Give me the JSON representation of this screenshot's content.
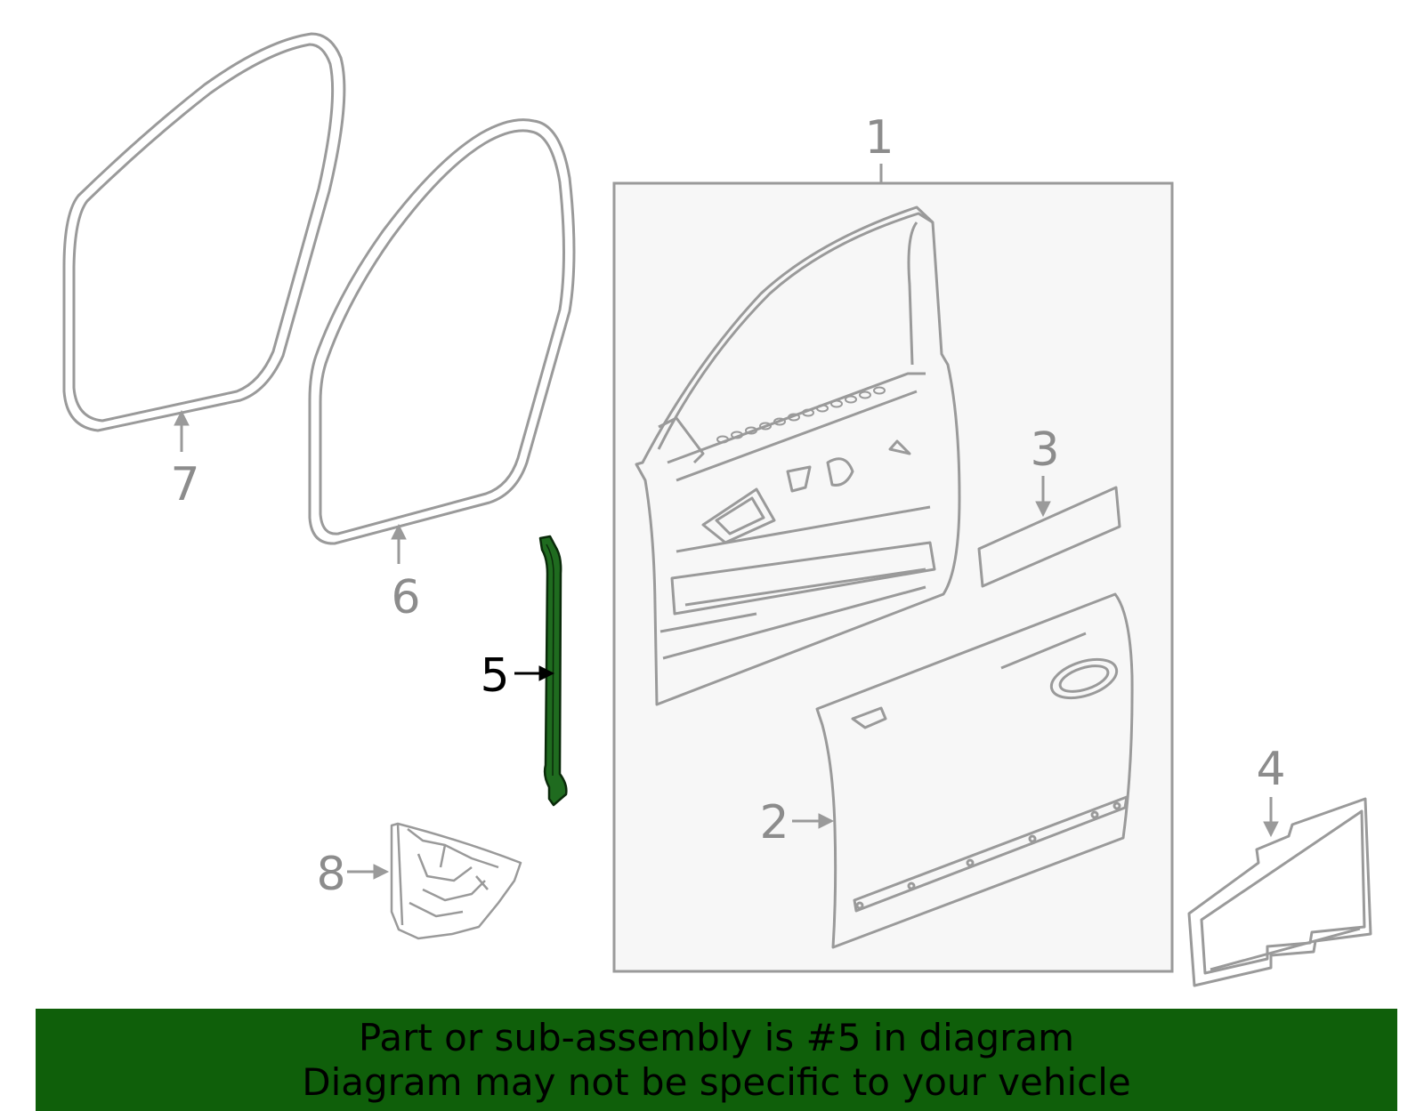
{
  "colors": {
    "part_line": "#9a9a9a",
    "highlight_fill": "#1f6b1f",
    "highlight_outline": "#0a2a0a",
    "callout_text": "#8c8c8c",
    "highlight_callout_text": "#000000",
    "panel_fill": "#f7f7f7",
    "banner_background": "#0f5f0a",
    "banner_text": "#000000"
  },
  "diagram": {
    "callouts": [
      {
        "id": "1",
        "label": "1"
      },
      {
        "id": "2",
        "label": "2"
      },
      {
        "id": "3",
        "label": "3"
      },
      {
        "id": "4",
        "label": "4"
      },
      {
        "id": "5",
        "label": "5",
        "highlighted": true
      },
      {
        "id": "6",
        "label": "6"
      },
      {
        "id": "7",
        "label": "7"
      },
      {
        "id": "8",
        "label": "8"
      }
    ]
  },
  "banner": {
    "line1": "Part or sub-assembly is #5 in diagram",
    "line2": "Diagram may not be specific to your vehicle"
  }
}
